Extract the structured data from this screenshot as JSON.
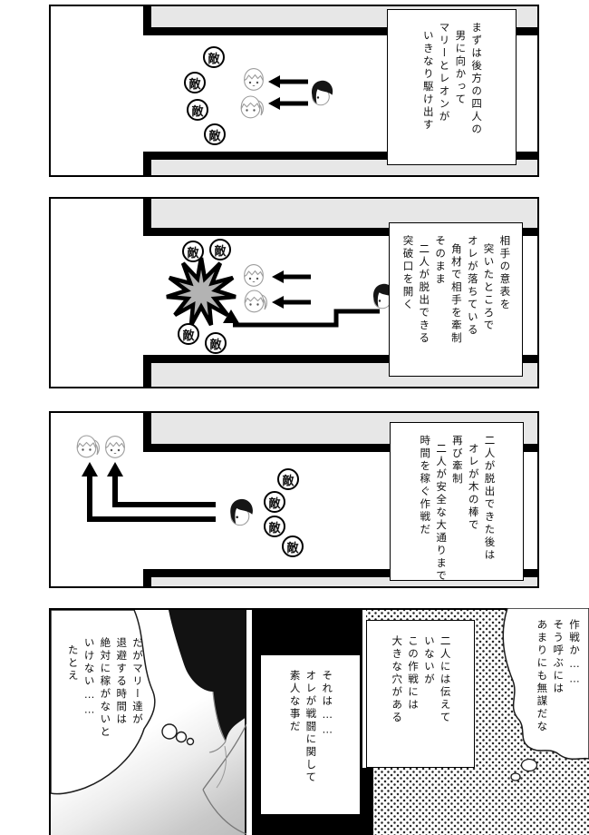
{
  "labels": {
    "enemy": "敵"
  },
  "colors": {
    "wall": "#000000",
    "block_gray": "#e7e7e7",
    "explosion_gray": "#b3b3b3",
    "paper": "#ffffff"
  },
  "panel1": {
    "note": [
      "まずは後方の四人の",
      "男に向かって",
      "マリーとレオンが",
      "いきなり駆け出す"
    ]
  },
  "panel2": {
    "note": [
      "相手の意表を",
      "突いたところで",
      "オレが落ちている",
      "角材で相手を牽制",
      "そのまま",
      "二人が脱出できる",
      "突破口を開く"
    ]
  },
  "panel3": {
    "note": [
      "二人が脱出できた後は",
      "オレが木の棒で",
      "再び牽制",
      "二人が安全な大通りまで",
      "時間を稼ぐ作戦だ"
    ]
  },
  "panel4": {
    "monologue_left": [
      "だがマリー達が",
      "退避する時間は",
      "絶対に稼がないと",
      "いけない……",
      "たとえ"
    ],
    "reveal_box": [
      "それは……",
      "オレが戦闘に関して",
      "素人な事だ"
    ],
    "flaw_box": [
      "二人には伝えて",
      "いないが",
      "この作戦には",
      "大きな穴がある"
    ],
    "monologue_right": [
      "作戦か……",
      "そう呼ぶには",
      "あまりにも無謀だな"
    ]
  }
}
